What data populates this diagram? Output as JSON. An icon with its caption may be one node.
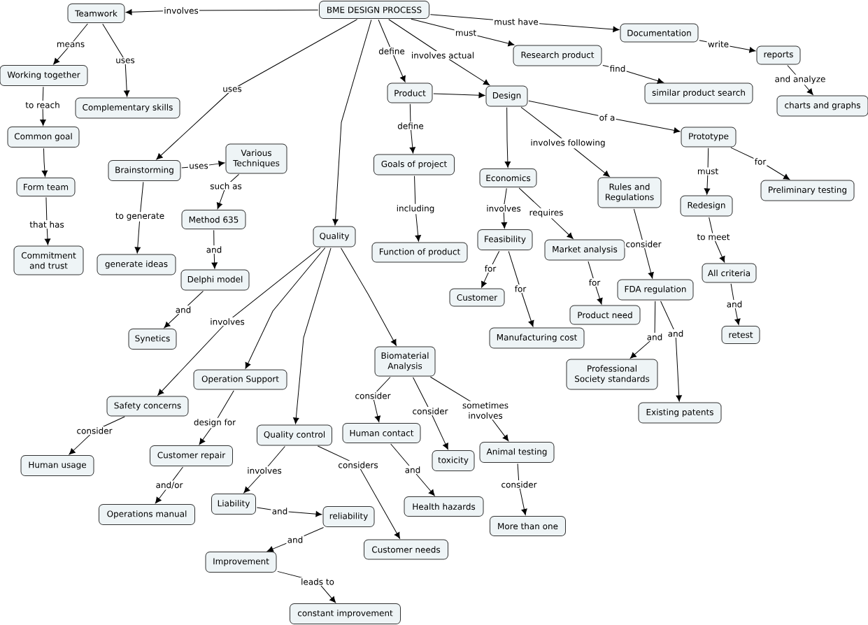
{
  "diagram": {
    "nodes": [
      {
        "text": [
          "BME DESIGN PROCESS"
        ]
      },
      {
        "text": [
          "Teamwork"
        ]
      },
      {
        "text": [
          "Working together"
        ]
      },
      {
        "text": [
          "Complementary skills"
        ]
      },
      {
        "text": [
          "Common goal"
        ]
      },
      {
        "text": [
          "Form team"
        ]
      },
      {
        "text": [
          "Commitment and trust"
        ]
      },
      {
        "text": [
          "Brainstorming"
        ]
      },
      {
        "text": [
          "Various Techniques"
        ]
      },
      {
        "text": [
          "generate ideas"
        ]
      },
      {
        "text": [
          "Method 635"
        ]
      },
      {
        "text": [
          "Delphi model"
        ]
      },
      {
        "text": [
          "Synetics"
        ]
      },
      {
        "text": [
          "Quality"
        ]
      },
      {
        "text": [
          "Product"
        ]
      },
      {
        "text": [
          "Goals of project"
        ]
      },
      {
        "text": [
          "Function of product"
        ]
      },
      {
        "text": [
          "Design"
        ]
      },
      {
        "text": [
          "Research product"
        ]
      },
      {
        "text": [
          "similar product search"
        ]
      },
      {
        "text": [
          "Documentation"
        ]
      },
      {
        "text": [
          "reports"
        ]
      },
      {
        "text": [
          "charts and graphs"
        ]
      },
      {
        "text": [
          "Prototype"
        ]
      },
      {
        "text": [
          "Preliminary testing"
        ]
      },
      {
        "text": [
          "Redesign"
        ]
      },
      {
        "text": [
          "All criteria"
        ]
      },
      {
        "text": [
          "retest"
        ]
      },
      {
        "text": [
          "Rules and Regulations"
        ]
      },
      {
        "text": [
          "FDA regulation"
        ]
      },
      {
        "text": [
          "Professional Society standards"
        ]
      },
      {
        "text": [
          "Existing patents"
        ]
      },
      {
        "text": [
          "Economics"
        ]
      },
      {
        "text": [
          "Feasibility"
        ]
      },
      {
        "text": [
          "Market analysis"
        ]
      },
      {
        "text": [
          "Customer"
        ]
      },
      {
        "text": [
          "Manufacturing cost"
        ]
      },
      {
        "text": [
          "Product need"
        ]
      },
      {
        "text": [
          "Biomaterial Analysis"
        ]
      },
      {
        "text": [
          "Safety concerns"
        ]
      },
      {
        "text": [
          "Operation Support"
        ]
      },
      {
        "text": [
          "Quality control"
        ]
      },
      {
        "text": [
          "Human contact"
        ]
      },
      {
        "text": [
          "toxicity"
        ]
      },
      {
        "text": [
          "Animal testing"
        ]
      },
      {
        "text": [
          "Human usage"
        ]
      },
      {
        "text": [
          "Customer repair"
        ]
      },
      {
        "text": [
          "Operations manual"
        ]
      },
      {
        "text": [
          "Liability"
        ]
      },
      {
        "text": [
          "reliability"
        ]
      },
      {
        "text": [
          "Customer needs"
        ]
      },
      {
        "text": [
          "Health hazards"
        ]
      },
      {
        "text": [
          "More than one"
        ]
      },
      {
        "text": [
          "Improvement"
        ]
      },
      {
        "text": [
          "constant improvement"
        ]
      }
    ],
    "edges": [
      {
        "from": 0,
        "to": 1,
        "arrow": "to",
        "label": "involves"
      },
      {
        "from": 1,
        "to": 2,
        "arrow": "to",
        "label": "means"
      },
      {
        "from": 1,
        "to": 3,
        "arrow": "to",
        "label": "uses"
      },
      {
        "from": 2,
        "to": 4,
        "arrow": "to",
        "label": "to reach"
      },
      {
        "from": 4,
        "to": 5,
        "arrow": "to"
      },
      {
        "from": 5,
        "to": 6,
        "arrow": "to",
        "label": "that has"
      },
      {
        "from": 0,
        "to": 7,
        "arrow": "to",
        "label": "uses"
      },
      {
        "from": 7,
        "to": 8,
        "arrow": "to",
        "label": "uses"
      },
      {
        "from": 8,
        "to": 10,
        "arrow": "to",
        "label": "such as"
      },
      {
        "from": 10,
        "to": 11,
        "arrow": "to",
        "label": "and"
      },
      {
        "from": 11,
        "to": 12,
        "arrow": "to",
        "label": "and"
      },
      {
        "from": 7,
        "to": 9,
        "arrow": "to",
        "label": "to generate"
      },
      {
        "from": 0,
        "to": 13,
        "arrow": "to"
      },
      {
        "from": 0,
        "to": 14,
        "arrow": "to",
        "label": "define"
      },
      {
        "from": 14,
        "to": 15,
        "arrow": "to",
        "label": "define"
      },
      {
        "from": 15,
        "to": 16,
        "arrow": "to",
        "label": "including"
      },
      {
        "from": 0,
        "to": 17,
        "arrow": "to",
        "label": "involves actual"
      },
      {
        "from": 14,
        "to": 17,
        "arrow": "to"
      },
      {
        "from": 0,
        "to": 18,
        "arrow": "to",
        "label": "must"
      },
      {
        "from": 18,
        "to": 19,
        "arrow": "to",
        "label": "find"
      },
      {
        "from": 0,
        "to": 20,
        "arrow": "to",
        "label": "must have"
      },
      {
        "from": 20,
        "to": 21,
        "arrow": "to",
        "label": "write"
      },
      {
        "from": 21,
        "to": 22,
        "arrow": "to",
        "label": "and analyze"
      },
      {
        "from": 17,
        "to": 23,
        "arrow": "to",
        "label": "of a"
      },
      {
        "from": 23,
        "to": 25,
        "arrow": "to",
        "label": "must"
      },
      {
        "from": 23,
        "to": 24,
        "arrow": "to",
        "label": "for"
      },
      {
        "from": 25,
        "to": 26,
        "arrow": "to",
        "label": "to meet"
      },
      {
        "from": 26,
        "to": 27,
        "arrow": "to",
        "label": "and"
      },
      {
        "from": 17,
        "to": 28,
        "arrow": "to",
        "label": "involves following"
      },
      {
        "from": 28,
        "to": 29,
        "arrow": "to",
        "label": "consider"
      },
      {
        "from": 29,
        "to": 30,
        "arrow": "to",
        "label": "and"
      },
      {
        "from": 29,
        "to": 31,
        "arrow": "to",
        "label": "and"
      },
      {
        "from": 17,
        "to": 32,
        "arrow": "to"
      },
      {
        "from": 32,
        "to": 33,
        "arrow": "to",
        "label": "involves"
      },
      {
        "from": 32,
        "to": 34,
        "arrow": "to",
        "label": "requires"
      },
      {
        "from": 33,
        "to": 35,
        "arrow": "to",
        "label": "for"
      },
      {
        "from": 33,
        "to": 36,
        "arrow": "to",
        "label": "for"
      },
      {
        "from": 34,
        "to": 37,
        "arrow": "to",
        "label": "for"
      },
      {
        "from": 13,
        "to": 39,
        "arrow": "to",
        "label": "involves"
      },
      {
        "from": 13,
        "to": 40,
        "arrow": "to"
      },
      {
        "from": 13,
        "to": 41,
        "arrow": "to"
      },
      {
        "from": 13,
        "to": 38,
        "arrow": "to"
      },
      {
        "from": 39,
        "to": 45,
        "arrow": "to",
        "label": "consider"
      },
      {
        "from": 40,
        "to": 46,
        "arrow": "to",
        "label": "design for"
      },
      {
        "from": 46,
        "to": 47,
        "arrow": "to",
        "label": "and/or"
      },
      {
        "from": 41,
        "to": 48,
        "arrow": "to",
        "label": "involves"
      },
      {
        "from": 41,
        "to": 50,
        "arrow": "to",
        "label": "considers"
      },
      {
        "from": 48,
        "to": 49,
        "arrow": "to",
        "label": "and"
      },
      {
        "from": 49,
        "to": 53,
        "arrow": "to",
        "label": "and"
      },
      {
        "from": 53,
        "to": 54,
        "arrow": "to",
        "label": "leads to"
      },
      {
        "from": 38,
        "to": 42,
        "arrow": "to",
        "label": "consider"
      },
      {
        "from": 38,
        "to": 43,
        "arrow": "to",
        "label": "consider"
      },
      {
        "from": 38,
        "to": 44,
        "arrow": "to",
        "label": "sometimes involves"
      },
      {
        "from": 42,
        "to": 51,
        "arrow": "to",
        "label": "and"
      },
      {
        "from": 44,
        "to": 52,
        "arrow": "to",
        "label": "consider"
      }
    ]
  }
}
